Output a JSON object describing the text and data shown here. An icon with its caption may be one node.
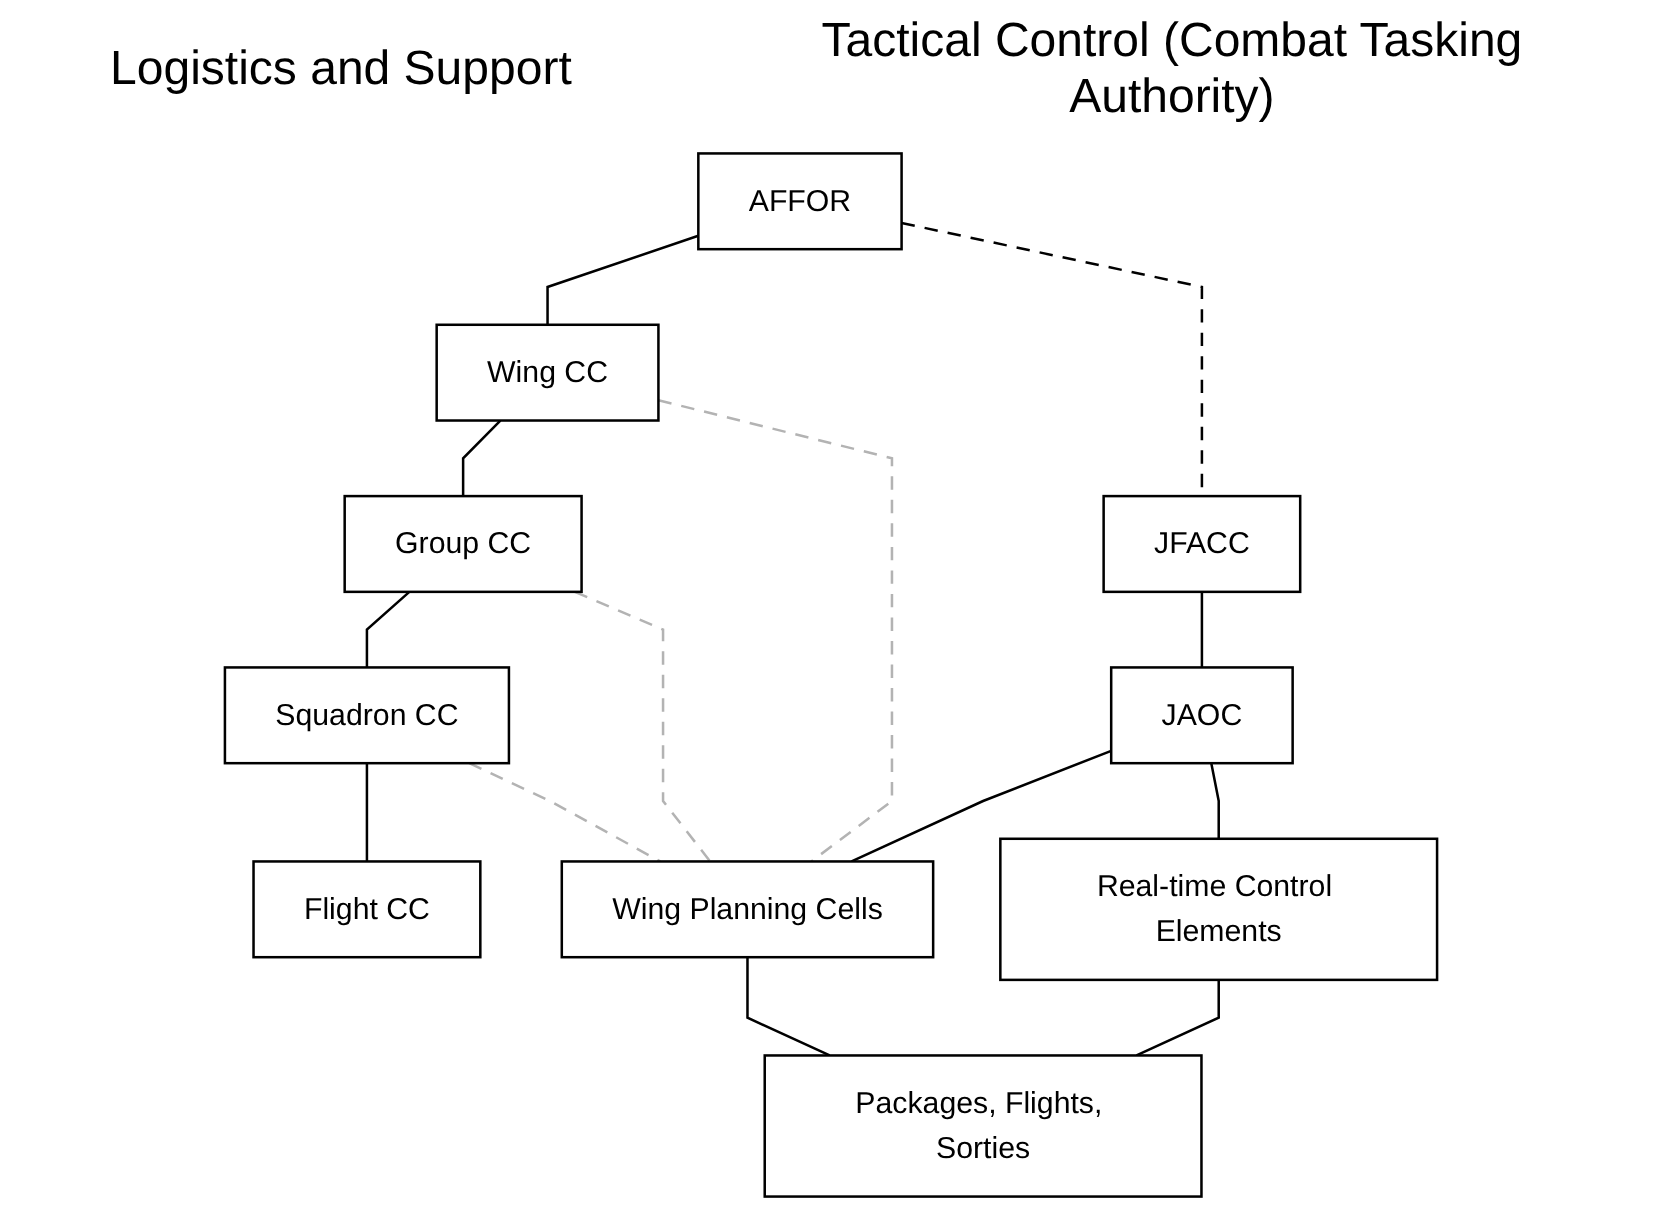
{
  "diagram": {
    "nodes": [
      {
        "text": [
          "AFFOR"
        ]
      },
      {
        "text": [
          "Wing CC"
        ]
      },
      {
        "text": [
          "Group CC"
        ]
      },
      {
        "text": [
          "Squadron CC"
        ]
      },
      {
        "text": [
          "Flight CC"
        ]
      },
      {
        "text": [
          "JFACC"
        ]
      },
      {
        "text": [
          "JAOC"
        ]
      },
      {
        "text": [
          "Wing Planning Cells"
        ]
      },
      {
        "text": [
          "Real-time Control Elements"
        ]
      },
      {
        "text": [
          "Packages, Flights, Sorties"
        ]
      }
    ],
    "edges": [
      {
        "from": 0,
        "to": 1,
        "arrow": "none"
      },
      {
        "from": 1,
        "to": 2,
        "arrow": "none"
      },
      {
        "from": 2,
        "to": 3,
        "arrow": "none"
      },
      {
        "from": 3,
        "to": 4,
        "arrow": "none"
      },
      {
        "from": 0,
        "to": 5,
        "arrow": "none",
        "style": "dashed"
      },
      {
        "from": 5,
        "to": 6,
        "arrow": "none"
      },
      {
        "from": 6,
        "to": 7,
        "arrow": "none"
      },
      {
        "from": 6,
        "to": 8,
        "arrow": "none"
      },
      {
        "from": 7,
        "to": 9,
        "arrow": "none"
      },
      {
        "from": 8,
        "to": 9,
        "arrow": "none"
      },
      {
        "from": 1,
        "to": 7,
        "arrow": "none",
        "style": "dashed",
        "color": "#b3b3b3"
      },
      {
        "from": 2,
        "to": 7,
        "arrow": "none",
        "style": "dashed",
        "color": "#b3b3b3"
      },
      {
        "from": 3,
        "to": 7,
        "arrow": "none",
        "style": "dashed",
        "color": "#b3b3b3"
      }
    ],
    "labels": [
      "Logistics and Support",
      "Tactical Control (Combat Tasking Authority)"
    ]
  }
}
